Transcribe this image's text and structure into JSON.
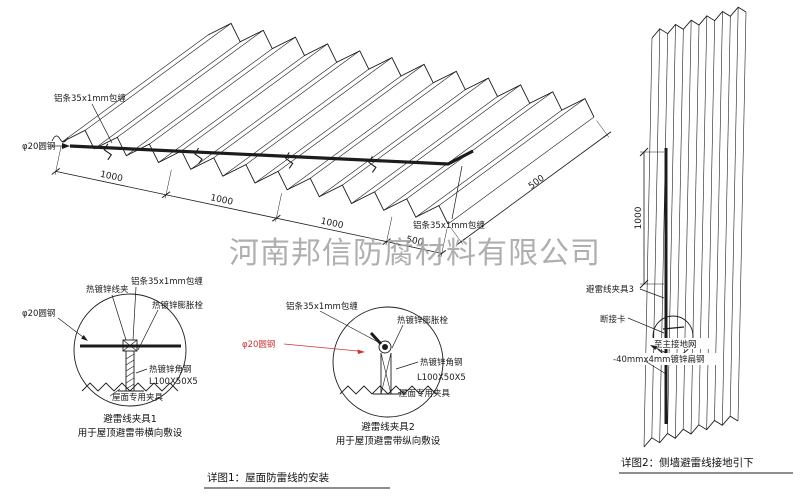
{
  "watermark": "河南邦信防腐材料有限公司",
  "roof": {
    "label_strip_left": "铝条35x1mm包缠",
    "label_strip_right": "铝条35x1mm包缠",
    "label_round_steel": "φ20圆钢",
    "dims_bottom": [
      "1000",
      "1000",
      "1000",
      "500"
    ],
    "dim_side": "500"
  },
  "detail1": {
    "title": "避雷线夹具1",
    "subtitle": "用于屋顶避雷带横向敷设",
    "labels": {
      "strip": "铝条35x1mm包缠",
      "clamp": "热镀锌线夹",
      "bolt": "热镀锌膨胀栓",
      "round_steel": "φ20圆钢",
      "angle": "热镀锌角钢",
      "angle_spec": "L100X50X5",
      "roof_fixture": "屋面专用夹具"
    }
  },
  "detail2": {
    "title": "避雷线夹具2",
    "subtitle": "用于屋顶避雷带纵向敷设",
    "labels": {
      "strip": "铝条35x1mm包缠",
      "bolt": "热镀锌膨胀栓",
      "round_steel": "φ20圆钢",
      "angle": "热镀锌角钢",
      "angle_spec": "L100X50X5",
      "roof_fixture": "屋面专用夹具"
    }
  },
  "wall": {
    "dim_height": "1000",
    "labels": {
      "clamp3": "避雷线夹具3",
      "disconnect": "断接卡",
      "to_ground": "至主接地网",
      "flat_steel": "-40mmx4mm镀锌扁钢"
    }
  },
  "captions": {
    "detail1": "详图1：屋面防雷线的安装",
    "detail2": "详图2：侧墙避雷线接地引下"
  },
  "colors": {
    "line": "#1c1c1c",
    "red": "#cc3333",
    "watermark": "#a2a2a2"
  }
}
